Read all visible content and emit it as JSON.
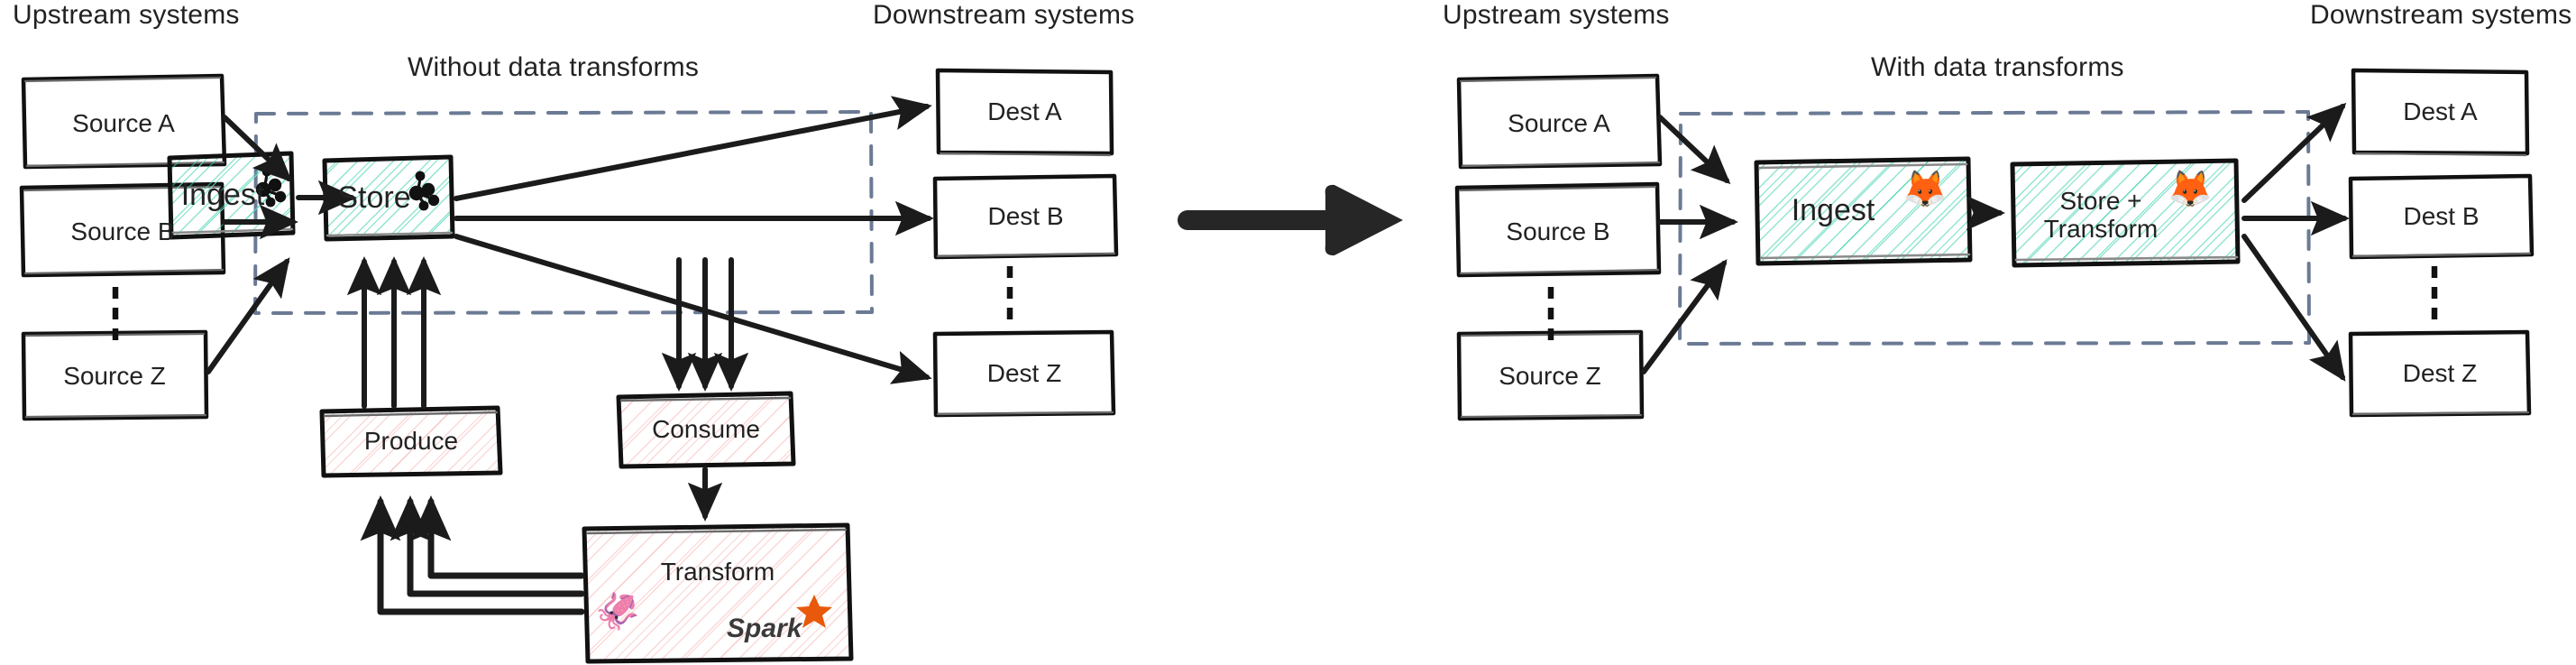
{
  "diagram": {
    "type": "architecture-comparison",
    "style": "hand-drawn sketch",
    "background": "#ffffff",
    "colors": {
      "teal_hatch": "#3ecfae",
      "pink_hatch": "#f5a6a6",
      "dashed_boundary": "#6b7a94",
      "stroke": "#111111",
      "text": "#222222"
    }
  },
  "left_panel": {
    "title": "Without data transforms",
    "upstream_label": "Upstream systems",
    "downstream_label": "Downstream systems",
    "sources": [
      {
        "label": "Source A"
      },
      {
        "label": "Source B"
      },
      {
        "label": "Source Z"
      }
    ],
    "sources_ellipsis": "vertical-dots",
    "destinations": [
      {
        "label": "Dest A"
      },
      {
        "label": "Dest B"
      },
      {
        "label": "Dest Z"
      }
    ],
    "destinations_ellipsis": "vertical-dots",
    "platform_boxes": [
      {
        "label": "Ingest",
        "icon": "kafka-icon",
        "fill": "teal"
      },
      {
        "label": "Store",
        "icon": "kafka-icon",
        "fill": "teal"
      }
    ],
    "external_boxes": [
      {
        "label": "Produce",
        "fill": "pink"
      },
      {
        "label": "Consume",
        "fill": "pink"
      },
      {
        "label": "Transform",
        "fill": "pink",
        "icons": [
          "flink-icon",
          "spark-icon"
        ],
        "spark_wordmark": "Spark"
      }
    ]
  },
  "center": {
    "arrow": "right-arrow-icon"
  },
  "right_panel": {
    "title": "With data transforms",
    "upstream_label": "Upstream systems",
    "downstream_label": "Downstream systems",
    "sources": [
      {
        "label": "Source A"
      },
      {
        "label": "Source B"
      },
      {
        "label": "Source Z"
      }
    ],
    "sources_ellipsis": "vertical-dots",
    "destinations": [
      {
        "label": "Dest A"
      },
      {
        "label": "Dest B"
      },
      {
        "label": "Dest Z"
      }
    ],
    "destinations_ellipsis": "vertical-dots",
    "platform_boxes": [
      {
        "label": "Ingest",
        "icon": "redpanda-icon",
        "fill": "teal"
      },
      {
        "label": "Store +\nTransform",
        "label_line1": "Store +",
        "label_line2": "Transform",
        "icon": "redpanda-icon",
        "fill": "teal"
      }
    ]
  }
}
